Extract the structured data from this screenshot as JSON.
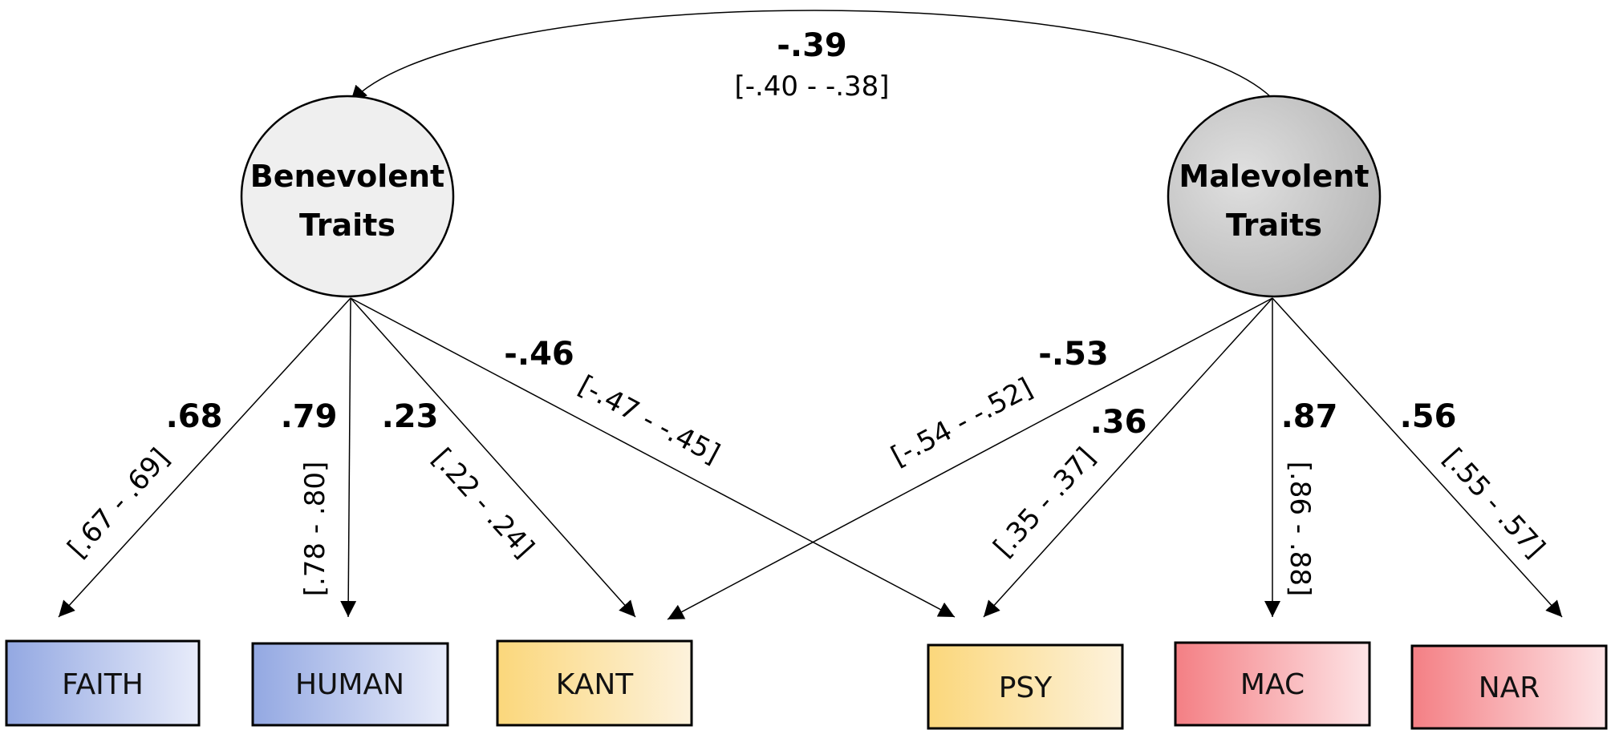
{
  "latents": [
    {
      "id": "benevolent",
      "lines": [
        "Benevolent",
        "Traits"
      ]
    },
    {
      "id": "malevolent",
      "lines": [
        "Malevolent",
        "Traits"
      ]
    }
  ],
  "observed": [
    "FAITH",
    "HUMAN",
    "KANT",
    "PSY",
    "MAC",
    "NAR"
  ],
  "covariance": {
    "value": "-.39",
    "ci": "[-.40 - -.38]"
  },
  "loadings": [
    {
      "from": "benevolent",
      "to": "FAITH",
      "value": ".68",
      "ci": "[.67 - .69]"
    },
    {
      "from": "benevolent",
      "to": "HUMAN",
      "value": ".79",
      "ci": "[.78 - .80]"
    },
    {
      "from": "benevolent",
      "to": "KANT",
      "value": ".23",
      "ci": "[.22 - .24]"
    },
    {
      "from": "benevolent",
      "to": "PSY",
      "value": "-.46",
      "ci": "[-.47 - -.45]"
    },
    {
      "from": "malevolent",
      "to": "KANT",
      "value": "-.53",
      "ci": "[-.54 - -.52]"
    },
    {
      "from": "malevolent",
      "to": "PSY",
      "value": ".36",
      "ci": "[.35 - .37]"
    },
    {
      "from": "malevolent",
      "to": "MAC",
      "value": ".87",
      "ci": "[.86 - .88]"
    },
    {
      "from": "malevolent",
      "to": "NAR",
      "value": ".56",
      "ci": "[.55 - .57]"
    }
  ],
  "colors": {
    "benevolent_fill": "#efefef",
    "malevolent_fill_light": "#e0e0e0",
    "malevolent_fill_dark": "#b4b4b4",
    "blue_dark": "#93a8e2",
    "blue_light": "#e8ecfa",
    "yellow_dark": "#fbd77b",
    "yellow_light": "#fdf2dc",
    "red_dark": "#f47f84",
    "red_light": "#fde4e6"
  }
}
